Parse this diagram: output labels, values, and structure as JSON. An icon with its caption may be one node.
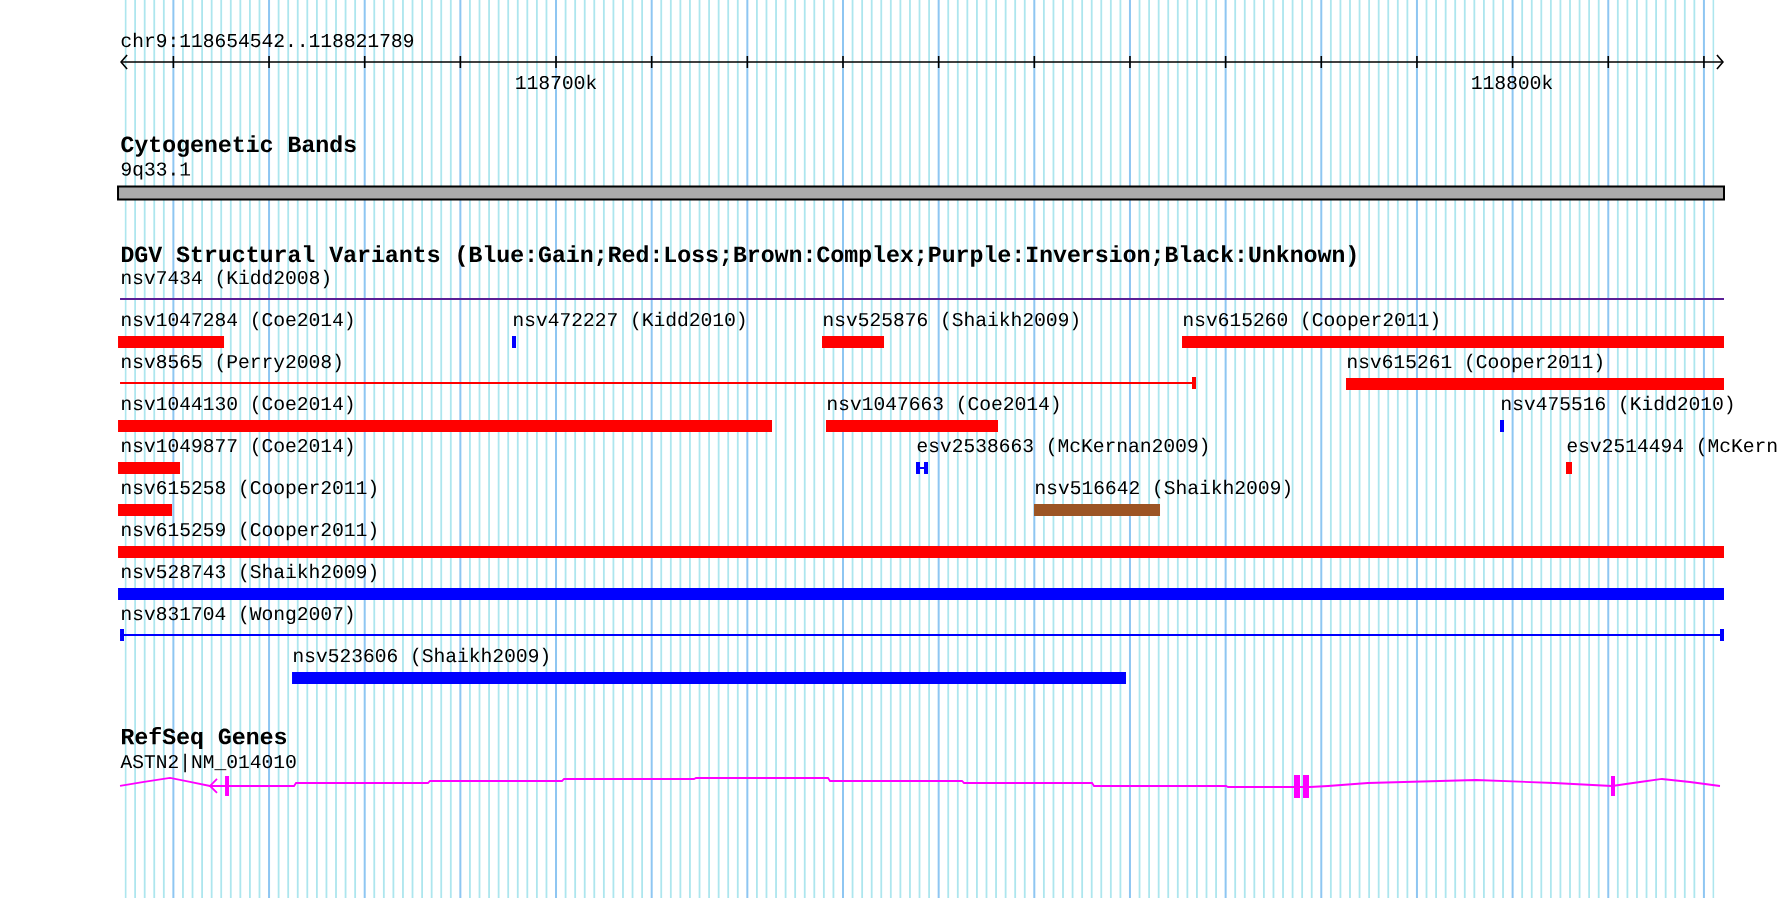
{
  "diagram": {
    "nodes": [
      {
        "text": [],
        "shape": "bar",
        "beside": [
          "9q33.1"
        ]
      },
      {
        "text": [],
        "shape": "line",
        "beside": [
          "nsv7434 (Kidd2008)"
        ]
      },
      {
        "text": [],
        "shape": "bar",
        "beside": [
          "nsv1047284 (Coe2014)"
        ]
      },
      {
        "text": [],
        "shape": "bar",
        "beside": [
          "nsv472227 (Kidd2010)"
        ]
      },
      {
        "text": [],
        "shape": "bar",
        "beside": [
          "nsv525876 (Shaikh2009)"
        ]
      },
      {
        "text": [],
        "shape": "bar",
        "beside": [
          "nsv615260 (Cooper2011)"
        ]
      },
      {
        "text": [],
        "shape": "line",
        "beside": [
          "nsv8565 (Perry2008)"
        ]
      },
      {
        "text": [],
        "shape": "bar",
        "beside": [
          "nsv615261 (Cooper2011)"
        ]
      },
      {
        "text": [],
        "shape": "bar",
        "beside": [
          "nsv1044130 (Coe2014)"
        ]
      },
      {
        "text": [],
        "shape": "bar",
        "beside": [
          "nsv1047663 (Coe2014)"
        ]
      },
      {
        "text": [],
        "shape": "bar",
        "beside": [
          "nsv475516 (Kidd2010)"
        ]
      },
      {
        "text": [],
        "shape": "bar",
        "beside": [
          "nsv1049877 (Coe2014)"
        ]
      },
      {
        "text": [],
        "shape": "bar",
        "beside": [
          "esv2538663 (McKernan2009)"
        ]
      },
      {
        "text": [],
        "shape": "bar",
        "beside": [
          "esv2514494 (McKern"
        ]
      },
      {
        "text": [],
        "shape": "bar",
        "beside": [
          "nsv615258 (Cooper2011)"
        ]
      },
      {
        "text": [],
        "shape": "bar",
        "beside": [
          "nsv516642 (Shaikh2009)"
        ]
      },
      {
        "text": [],
        "shape": "bar",
        "beside": [
          "nsv615259 (Cooper2011)"
        ]
      },
      {
        "text": [],
        "shape": "bar",
        "beside": [
          "nsv528743 (Shaikh2009)"
        ]
      },
      {
        "text": [],
        "shape": "line",
        "beside": [
          "nsv831704 (Wong2007)"
        ]
      },
      {
        "text": [],
        "shape": "bar",
        "beside": [
          "nsv523606 (Shaikh2009)"
        ]
      },
      {
        "text": [],
        "shape": "line",
        "beside": [
          "ASTN2|NM_014010"
        ]
      }
    ],
    "labels": [
      "chr9:118654542..118821789",
      "118700k",
      "118800k",
      "Cytogenetic Bands",
      "DGV Structural Variants (Blue:Gain;Red:Loss;Brown:Complex;Purple:Inversion;Black:Unknown)",
      "RefSeq Genes"
    ]
  }
}
